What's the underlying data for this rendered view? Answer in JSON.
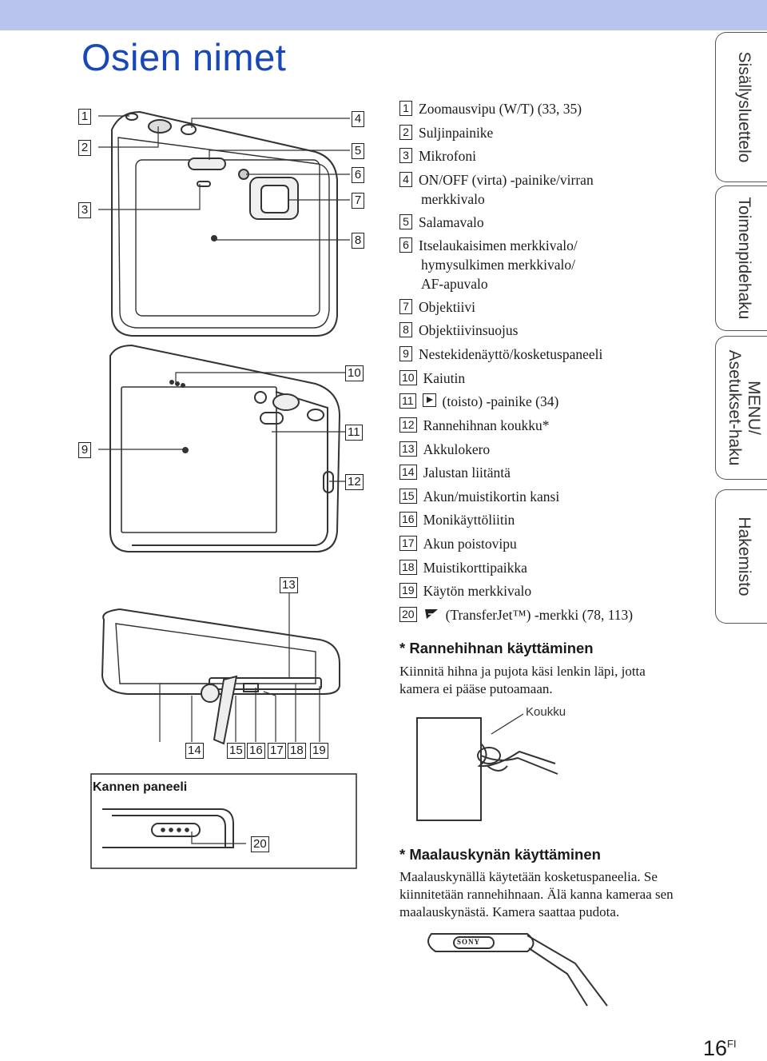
{
  "page": {
    "title": "Osien nimet",
    "page_number": "16",
    "page_suffix": "FI"
  },
  "tabs": [
    {
      "label": "Sisällysluettelo"
    },
    {
      "label": "Toimenpidehaku"
    },
    {
      "label": "MENU/\nAsetukset-haku"
    },
    {
      "label": "Hakemisto"
    }
  ],
  "callouts": [
    "1",
    "2",
    "3",
    "4",
    "5",
    "6",
    "7",
    "8",
    "9",
    "10",
    "11",
    "12",
    "13",
    "14",
    "15",
    "16",
    "17",
    "18",
    "19",
    "20"
  ],
  "legend": [
    {
      "num": "1",
      "text": "Zoomausvipu (W/T) (33, 35)"
    },
    {
      "num": "2",
      "text": "Suljinpainike"
    },
    {
      "num": "3",
      "text": "Mikrofoni"
    },
    {
      "num": "4",
      "text": "ON/OFF (virta) -painike/virran"
    },
    {
      "num": "",
      "text": "merkkivalo"
    },
    {
      "num": "5",
      "text": "Salamavalo"
    },
    {
      "num": "6",
      "text": "Itselaukaisimen merkkivalo/"
    },
    {
      "num": "",
      "text": "hymysulkimen merkkivalo/"
    },
    {
      "num": "",
      "text": "AF-apuvalo"
    },
    {
      "num": "7",
      "text": "Objektiivi"
    },
    {
      "num": "8",
      "text": "Objektiivinsuojus"
    },
    {
      "num": "9",
      "text": "Nestekidenäyttö/kosketuspaneeli"
    },
    {
      "num": "10",
      "text": "Kaiutin"
    },
    {
      "num": "11",
      "text": "(toisto) -painike (34)"
    },
    {
      "num": "12",
      "text": "Rannehihnan koukku*"
    },
    {
      "num": "13",
      "text": "Akkulokero"
    },
    {
      "num": "14",
      "text": "Jalustan liitäntä"
    },
    {
      "num": "15",
      "text": "Akun/muistikortin kansi"
    },
    {
      "num": "16",
      "text": "Monikäyttöliitin"
    },
    {
      "num": "17",
      "text": "Akun poistovipu"
    },
    {
      "num": "18",
      "text": "Muistikorttipaikka"
    },
    {
      "num": "19",
      "text": "Käytön merkkivalo"
    },
    {
      "num": "20",
      "text": "(TransferJet™) -merkki (78, 113)"
    }
  ],
  "strap_section": {
    "title": "* Rannehihnan käyttäminen",
    "text": "Kiinnitä hihna ja pujota käsi lenkin läpi, jotta kamera ei pääse putoamaan.",
    "hook_label": "Koukku"
  },
  "pen_section": {
    "title": "* Maalauskynän käyttäminen",
    "text": "Maalauskynällä käytetään kosketuspaneelia. Se kiinnitetään rannehihnaan. Älä kanna kameraa sen maalauskynästä. Kamera saattaa pudota.",
    "pen_brand": "SONY"
  },
  "cover_panel": {
    "label": "Kannen paneeli"
  }
}
